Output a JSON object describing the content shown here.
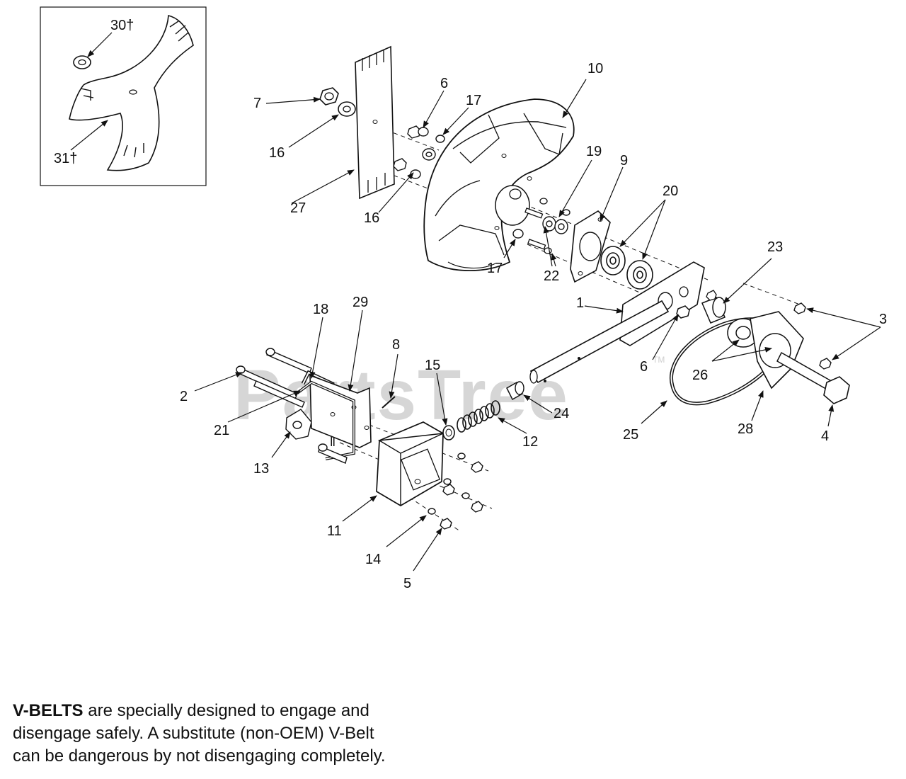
{
  "watermark": {
    "brand": "PartsTree",
    "tm": "TM"
  },
  "inset_callouts": [
    "30†",
    "31†"
  ],
  "callouts": {
    "c1": "1",
    "c2": "2",
    "c3": "3",
    "c4": "4",
    "c5": "5",
    "c6a": "6",
    "c6b": "6",
    "c7": "7",
    "c8": "8",
    "c9": "9",
    "c10": "10",
    "c11": "11",
    "c12": "12",
    "c13": "13",
    "c14": "14",
    "c15": "15",
    "c16a": "16",
    "c16b": "16",
    "c17a": "17",
    "c17b": "17",
    "c18": "18",
    "c19": "19",
    "c20": "20",
    "c21": "21",
    "c22": "22",
    "c23": "23",
    "c24": "24",
    "c25": "25",
    "c26": "26",
    "c27": "27",
    "c28": "28",
    "c29": "29"
  },
  "note": {
    "bold": "V-BELTS",
    "line1": " are specially designed to engage and",
    "line2": "disengage safely. A substitute (non-OEM) V-Belt",
    "line3": "can be dangerous by not disengaging completely."
  }
}
